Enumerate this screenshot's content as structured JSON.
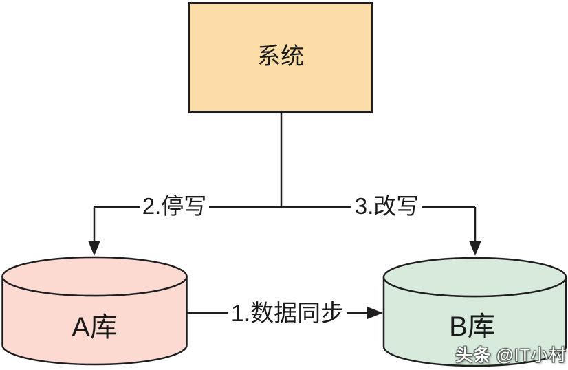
{
  "diagram": {
    "title_hint": "database migration / double-write switch diagram",
    "system_box": {
      "label": "系统"
    },
    "database_a": {
      "label": "A库"
    },
    "database_b": {
      "label": "B库"
    },
    "edges": {
      "sync": {
        "label": "1.数据同步",
        "from": "A库",
        "to": "B库"
      },
      "stop_write": {
        "label": "2.停写",
        "from": "系统",
        "to": "A库"
      },
      "rewrite": {
        "label": "3.改写",
        "from": "系统",
        "to": "B库"
      }
    }
  },
  "watermark": {
    "brand": "头条",
    "handle": "@IT小村"
  },
  "colors": {
    "system_fill": "#FCDCA7",
    "db_a_fill": "#FCD9D1",
    "db_b_fill": "#D7EADC",
    "line": "#1F1F1F",
    "label_bg": "#FFFFFF",
    "text": "#1A1A1A",
    "watermark_text": "#FFFFFF"
  }
}
